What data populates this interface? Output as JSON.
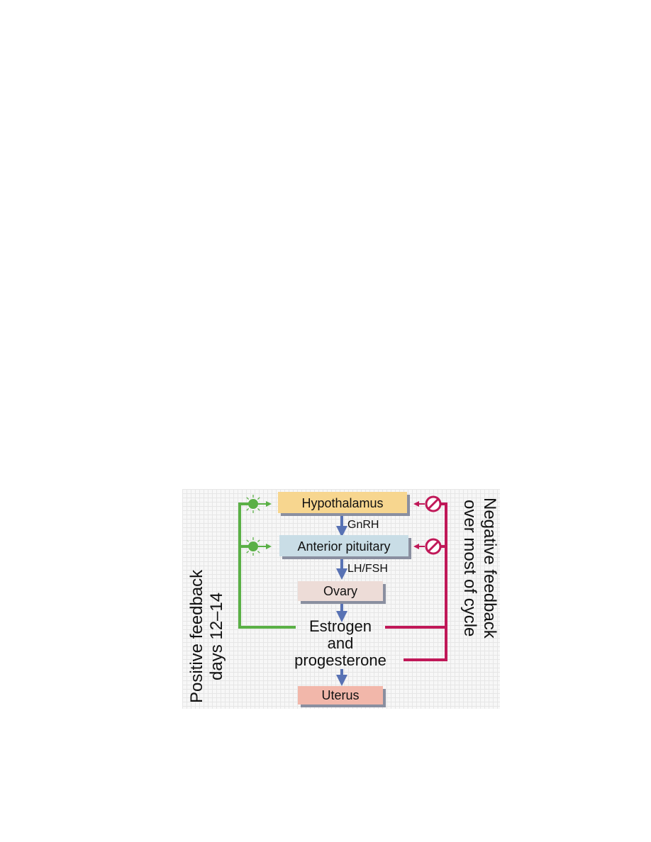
{
  "diagram": {
    "nodes": {
      "hypothalamus": "Hypothalamus",
      "anterior_pituitary": "Anterior pituitary",
      "ovary": "Ovary",
      "estrogen_line1": "Estrogen",
      "estrogen_line2": "and",
      "estrogen_line3": "progesterone",
      "uterus": "Uterus"
    },
    "hormones": {
      "gnrh": "GnRH",
      "lh_fsh": "LH/FSH"
    },
    "feedback": {
      "positive_line1": "Positive feedback",
      "positive_line2": "days 12–14",
      "negative_line1": "Negative feedback",
      "negative_line2": "over most of cycle"
    },
    "colors": {
      "hypothalamus_box": "#f7d68f",
      "pituitary_box": "#c9dde6",
      "ovary_box": "#eddcd7",
      "uterus_box": "#f2b7aa",
      "box_shadow": "#8a8fa0",
      "flow_arrow": "#5872b4",
      "positive": "#5ab046",
      "negative": "#c01858"
    }
  }
}
